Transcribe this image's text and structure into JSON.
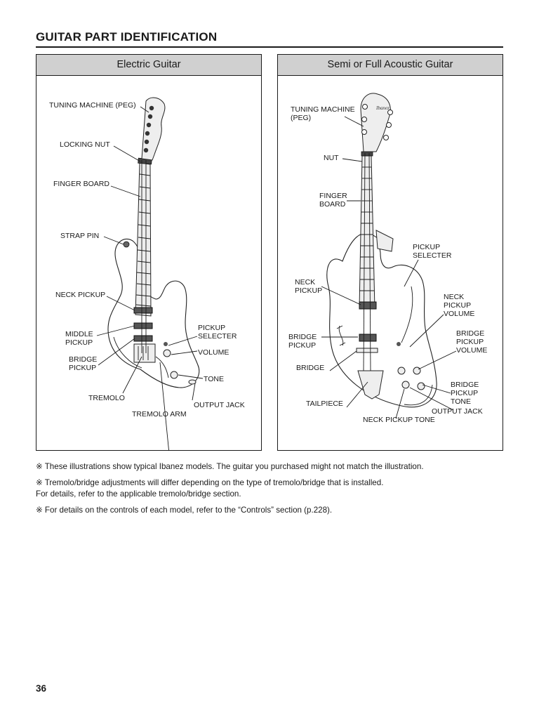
{
  "title": "GUITAR PART IDENTIFICATION",
  "electric": {
    "header": "Electric Guitar",
    "labels": {
      "tuning_machine": "TUNING MACHINE (PEG)",
      "locking_nut": "LOCKING NUT",
      "finger_board": "FINGER BOARD",
      "strap_pin": "STRAP PIN",
      "neck_pickup": "NECK PICKUP",
      "middle_pickup_1": "MIDDLE",
      "middle_pickup_2": "PICKUP",
      "bridge_pickup_1": "BRIDGE",
      "bridge_pickup_2": "PICKUP",
      "tremolo": "TREMOLO",
      "tremolo_arm": "TREMOLO ARM",
      "pickup_selecter_1": "PICKUP",
      "pickup_selecter_2": "SELECTER",
      "volume": "VOLUME",
      "tone": "TONE",
      "output_jack": "OUTPUT JACK"
    }
  },
  "acoustic": {
    "header": "Semi or Full Acoustic Guitar",
    "labels": {
      "tuning_machine_1": "TUNING MACHINE",
      "tuning_machine_2": "(PEG)",
      "nut": "NUT",
      "finger_board_1": "FINGER",
      "finger_board_2": "BOARD",
      "neck_pickup_1": "NECK",
      "neck_pickup_2": "PICKUP",
      "bridge_pickup_1": "BRIDGE",
      "bridge_pickup_2": "PICKUP",
      "bridge": "BRIDGE",
      "tailpiece": "TAILPIECE",
      "pickup_selecter_1": "PICKUP",
      "pickup_selecter_2": "SELECTER",
      "neck_pickup_volume_1": "NECK",
      "neck_pickup_volume_2": "PICKUP",
      "neck_pickup_volume_3": "VOLUME",
      "bridge_pickup_volume_1": "BRIDGE",
      "bridge_pickup_volume_2": "PICKUP",
      "bridge_pickup_volume_3": "VOLUME",
      "bridge_pickup_tone_1": "BRIDGE",
      "bridge_pickup_tone_2": "PICKUP",
      "bridge_pickup_tone_3": "TONE",
      "output_jack": "OUTPUT JACK",
      "neck_pickup_tone": "NECK PICKUP TONE",
      "headstock_brand": "Ibanez"
    }
  },
  "notes": [
    "※ These illustrations show typical Ibanez models. The guitar you purchased might not match the illustration.",
    "※ Tremolo/bridge adjustments will differ depending on the type of tremolo/bridge that is installed.",
    "For details, refer to the applicable tremolo/bridge section.",
    "※ For details on the controls of each model, refer to the “Controls” section (p.228)."
  ],
  "page_number": "36"
}
